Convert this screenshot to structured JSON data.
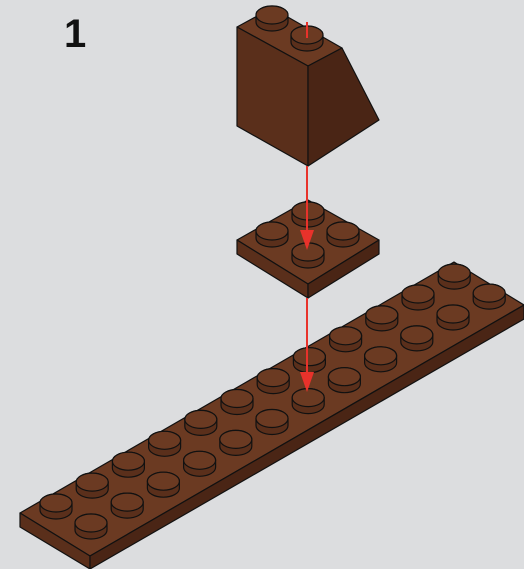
{
  "instruction": {
    "step_number": "1"
  },
  "parts": [
    {
      "name": "slope-brick-2x2",
      "color": "#6b3a22"
    },
    {
      "name": "plate-2x2",
      "color": "#6b3a22"
    },
    {
      "name": "plate-2x12",
      "color": "#6b3a22"
    }
  ],
  "colors": {
    "background": "#dcdddf",
    "brick_top": "#6b3a22",
    "brick_left": "#5a2f1b",
    "brick_right": "#4a2515",
    "outline": "#111111",
    "arrow": "#e8322b"
  }
}
